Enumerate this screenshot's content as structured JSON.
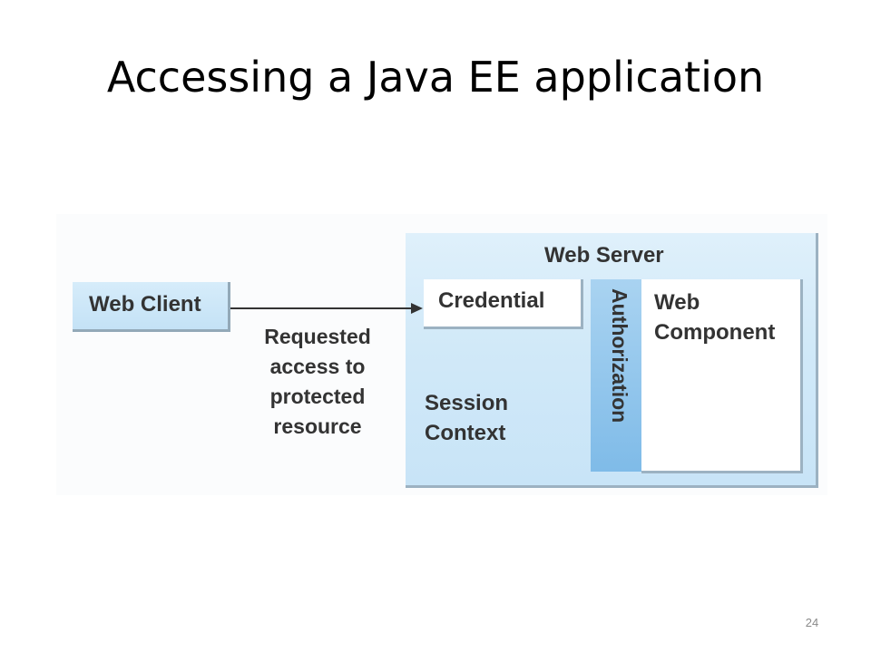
{
  "slide": {
    "title": "Accessing a Java EE application",
    "page_number": "24"
  },
  "diagram": {
    "web_server_label": "Web Server",
    "web_client_label": "Web Client",
    "request_label_lines": [
      "Requested",
      "access to",
      "protected",
      "resource"
    ],
    "credential_label": "Credential",
    "session_context_lines": [
      "Session",
      "Context"
    ],
    "authorization_label": "Authorization",
    "web_component_lines": [
      "Web",
      "Component"
    ],
    "colors": {
      "web_server_fill": "#d1e9f8",
      "web_client_fill": "#c4e2f6",
      "authorization_fill": "#7fbbe8",
      "box_shadow": "#9cb2c2",
      "text": "#333333"
    }
  }
}
